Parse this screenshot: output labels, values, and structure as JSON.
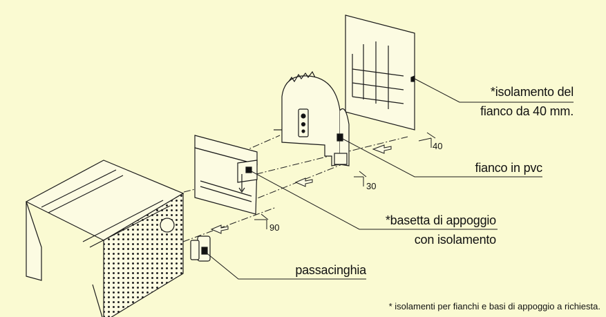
{
  "callouts": {
    "insulation_line1": "*isolamento del",
    "insulation_line2": "fianco da 40 mm.",
    "side_panel": "fianco in pvc",
    "base_line1": "*basetta di appoggio",
    "base_line2": "con isolamento",
    "strap_passage": "passacinghia"
  },
  "dimensions": {
    "d1": "40",
    "d2": "30",
    "d3": "90"
  },
  "footnote": "* isolamenti per fianchi e basi di appoggio a richiesta.",
  "colors": {
    "background": "#fafad2",
    "line": "#1a1a1a",
    "part_fill": "#fcfbe2"
  }
}
